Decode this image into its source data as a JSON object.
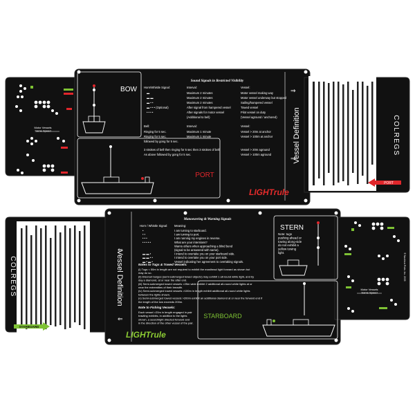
{
  "top": {
    "bow_label": "BOW",
    "port_label": "PORT",
    "side_title": "Vessel Definition",
    "right_title": "COLREGS",
    "port_arrow": "PORT",
    "logo": "LIGHTrule",
    "motor_vessels_label": "Motor Vessels\nSame Speed",
    "sound_table": {
      "title": "Sound Signals in Restricted Visibility",
      "headers": [
        "Horn/Whistle Signal:",
        "Interval:",
        "Vessel:"
      ],
      "rows": [
        {
          "signal": "▬",
          "interval": "Maximum 2 minutes",
          "vessel": "Motor vessel making way"
        },
        {
          "signal": "▬ ▬",
          "interval": "Maximum 2 minutes",
          "vessel": "Motor vessel underway but stopped"
        },
        {
          "signal": "▬ • •",
          "interval": "Maximum 2 minutes",
          "vessel": "Sailing/hampered vessel"
        },
        {
          "signal": "▬ • • •  (Optional)",
          "interval": "After signal from hampered vessel",
          "vessel": "Towed vessel"
        },
        {
          "signal": "• • • •",
          "interval": "After signals for motor vessel",
          "vessel": "Pilot vessel on duty"
        },
        {
          "signal": "",
          "interval": "(Additional to bell)",
          "vessel": "(Vessel aground / anchored)"
        }
      ],
      "bell_header": {
        "signal": "Bell:",
        "interval": "Interval:",
        "vessel": "Vessel:"
      },
      "bell_rows": [
        {
          "signal": "Ringing for 5 sec.",
          "interval": "Maximum 1 minute",
          "vessel": "Vessel > 20m at anchor"
        },
        {
          "signal": "Ringing for 5 sec.",
          "interval": "Maximum 1 minute",
          "vessel": "Vessel > 100m at anchor"
        },
        {
          "signal": "followed by gong for 5 sec.",
          "interval": "",
          "vessel": ""
        }
      ],
      "footer": [
        {
          "text": "3 strokes of bell then ringing for 5 sec then 3 strokes of bell",
          "vessel": "Vessel > 20m aground"
        },
        {
          "text": "As above followed by gong for 5 sec.",
          "vessel": "Vessel > 100m aground"
        }
      ]
    }
  },
  "bottom": {
    "stern_label": "STERN",
    "stern_note": [
      "Note: tugs",
      "pushing ahead or",
      "towing along-side",
      "do not exhibit a",
      "yellow towing",
      "light."
    ],
    "starboard_label": "STARBOARD",
    "starboard_arrow": "STARBOARD",
    "side_title": "Vessel Definition",
    "left_title": "COLREGS",
    "logo": "LIGHTrule",
    "motor_vessels_label": "Motor Vessels\nSame Speed",
    "copyright": "© Nauticus Pubs. Inc. 2005",
    "maneuvering": {
      "title": "Manoeuvring & Warning Signals",
      "header": {
        "signal": "Horn / Whistle Signal:",
        "meaning": "Meaning:"
      },
      "rows": [
        {
          "signal": "•",
          "meaning": "I am turning to starboard."
        },
        {
          "signal": "• •",
          "meaning": "I am turning to port."
        },
        {
          "signal": "• • •",
          "meaning": "I am running my engines in reverse."
        },
        {
          "signal": "• • • • •",
          "meaning": "What are your intentions?"
        },
        {
          "signal": "",
          "meaning": "Warns others when approaching a blind bend"
        },
        {
          "signal": "",
          "meaning": "(signal to be answered with same)."
        },
        {
          "signal": "▬ ▬ •",
          "meaning": "I intend to overtake you on your starboard side."
        },
        {
          "signal": "▬ ▬ • •",
          "meaning": "I intend to overtake you on your port side."
        },
        {
          "signal": "▬ • ▬ •",
          "meaning": "Vessel indicating her agreement to overtaking signals."
        }
      ]
    },
    "tugs": {
      "title": "Notes to Tugs & Towed Vessels:",
      "lines": [
        "(i)  Tugs < 50m in length are not required to exhibit the masthead light forward as shown but",
        "     may do so.",
        "(ii)  Discreet barges (semi-submerged towed objects) may exhibit 1 all-round white light, and by",
        "      day a diamond, at or near the after end.",
        "(iii) Semi-submerged towed vessels >25m wide exhibit 2 additional all-round white lights at or",
        "      near the extremities of their breadth.",
        "(iv) Semi-submerged towed vessels >100m in length exhibit additional all-round white lights",
        "      between the lights shown.",
        "(v)  Semi-submerged towed vessels >200m exhibit an additional diamond at or near the forward end if",
        "      the length of the tow exceeds 200m."
      ]
    },
    "fishing": {
      "title": "Note to Fishing Vessels:",
      "lines": [
        "Each vessel >20m in length engaged in pair",
        "trawling exhibits, in addition to the lights",
        "shown, a searchlight directed forward and",
        "in the direction of the other vessel of the pair."
      ]
    }
  },
  "colors": {
    "panel": "#111111",
    "panel_edge": "#2a2a2a",
    "text": "#ffffff",
    "red": "#e0262b",
    "green": "#7ec234",
    "yellow": "#f2c21a",
    "logo_red": "#e32b2b",
    "logo_green": "#8ccc33"
  }
}
